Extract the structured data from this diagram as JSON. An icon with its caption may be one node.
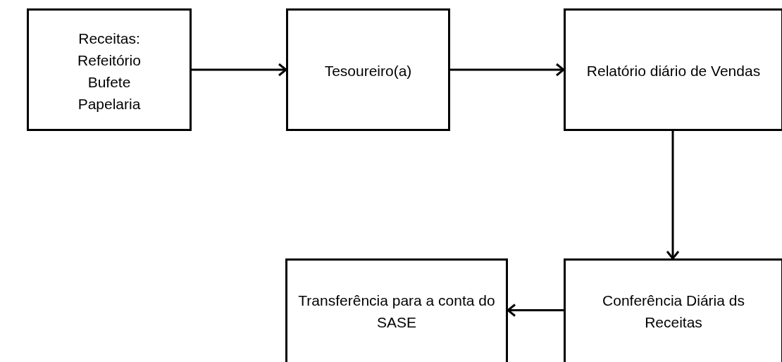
{
  "diagram": {
    "nodes": [
      {
        "text": [
          "Receitas: Refeitório Bufete Papelaria"
        ]
      },
      {
        "text": [
          "Tesoureiro(a)"
        ]
      },
      {
        "text": [
          "Relatório diário de Vendas"
        ]
      },
      {
        "text": [
          "Transferência para a conta do SASE"
        ]
      },
      {
        "text": [
          "Conferência Diária ds Receitas"
        ]
      }
    ],
    "edges": [
      {
        "from": 0,
        "to": 1,
        "arrow": "to"
      },
      {
        "from": 1,
        "to": 2,
        "arrow": "to"
      },
      {
        "from": 2,
        "to": 4,
        "arrow": "to"
      },
      {
        "from": 4,
        "to": 3,
        "arrow": "to"
      }
    ]
  }
}
